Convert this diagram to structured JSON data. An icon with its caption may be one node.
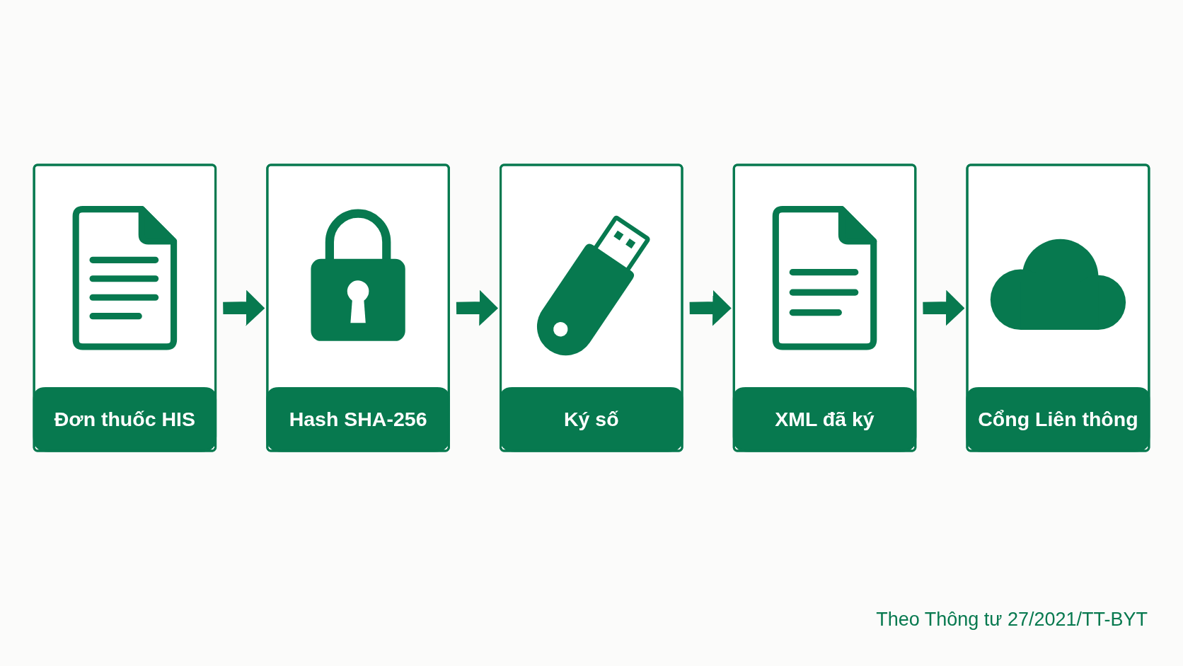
{
  "diagram": {
    "caption": "Theo Thông tư 27/2021/TT-BYT",
    "nodes": [
      {
        "text": [
          "Đơn thuốc HIS"
        ]
      },
      {
        "text": [
          "Hash SHA-256"
        ]
      },
      {
        "text": [
          "Ký số"
        ]
      },
      {
        "text": [
          "XML đã ký"
        ]
      },
      {
        "text": [
          "Cổng Liên thông"
        ]
      }
    ],
    "edges": [
      {
        "from": 0,
        "to": 1,
        "arrow": "to"
      },
      {
        "from": 1,
        "to": 2,
        "arrow": "to"
      },
      {
        "from": 2,
        "to": 3,
        "arrow": "to"
      },
      {
        "from": 3,
        "to": 4,
        "arrow": "to"
      }
    ]
  }
}
